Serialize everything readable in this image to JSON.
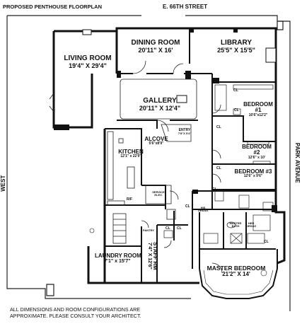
{
  "header": {
    "title": "PROPOSED PENTHOUSE FLOORPLAN",
    "street_top": "E. 66TH STREET"
  },
  "streets": {
    "right": "PARK AVENUE",
    "left": "WEST"
  },
  "rooms": {
    "living": {
      "name": "LIVING ROOM",
      "dim": "19'4\" X 29'4\""
    },
    "dining": {
      "name": "DINING ROOM",
      "dim": "20'11\" X 16'"
    },
    "library": {
      "name": "LIBRARY",
      "dim": "25'5\" X 15'5\""
    },
    "gallery": {
      "name": "GALLERY",
      "dim": "20'11\" X 12'4\""
    },
    "bedroom1": {
      "name": "BEDROOM",
      "num": "#1",
      "dim": "10'6\"x12'2\""
    },
    "bedroom2": {
      "name": "BEDROOM",
      "num": "#2",
      "dim": "12'6\" x 10'"
    },
    "bedroom3": {
      "name": "BEDROOM #3",
      "dim": "12'6\" x 9'6\""
    },
    "alcove": {
      "name": "ALCOVE",
      "dim": "5'6\"x8'9\""
    },
    "entry": {
      "name": "ENTRY",
      "dim": "7'8\"X 5'4\""
    },
    "kitchen": {
      "name": "KITCHEN",
      "dim": "12'1\" x 22'9\""
    },
    "laundry": {
      "name": "LAUNDRY ROOM",
      "dim": "7'1\" x 15'7\""
    },
    "staff": {
      "name": "STAFF RM",
      "dim": "7'4\" X 12'6\""
    },
    "master": {
      "name": "MASTER BEDROOM",
      "dim": "21'2\" X 14'"
    },
    "master_bath": {
      "name": "MASTER",
      "sub": "BATH"
    },
    "service": {
      "name": "SERVICE",
      "sub": "ELEV."
    }
  },
  "fixtures": {
    "cl": "CL",
    "rf": "R/F",
    "pantry": "PANTRY",
    "his": "HIS",
    "hers": "HER",
    "drssg": "DRSSG"
  },
  "note": "ALL DIMENSIONS AND ROOM CONFIGURATIONS ARE APPROXIMATE. PLEASE CONSULT YOUR ARCHITECT.",
  "colors": {
    "wall": "#111111",
    "line": "#222222",
    "paper": "#ffffff"
  }
}
